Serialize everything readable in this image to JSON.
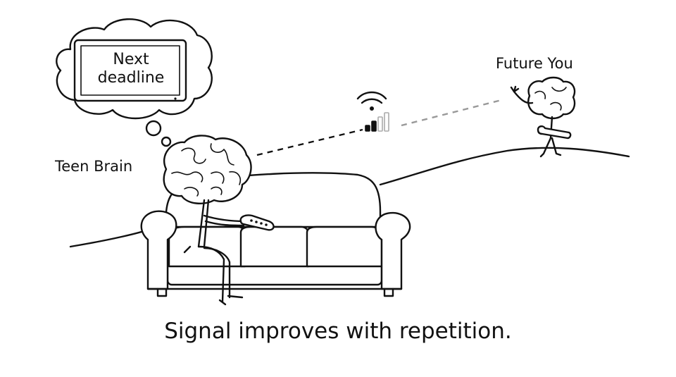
{
  "thought_bubble": {
    "line1": "Next",
    "line2": "deadline"
  },
  "labels": {
    "teen_brain": "Teen Brain",
    "future_you": "Future You"
  },
  "caption": "Signal improves with repetition.",
  "signal": {
    "bars_total": 4,
    "bars_filled": 2,
    "icon": "wifi-icon"
  },
  "colors": {
    "ink": "#111111",
    "background": "#ffffff",
    "dashed_line_far": "#999999"
  }
}
